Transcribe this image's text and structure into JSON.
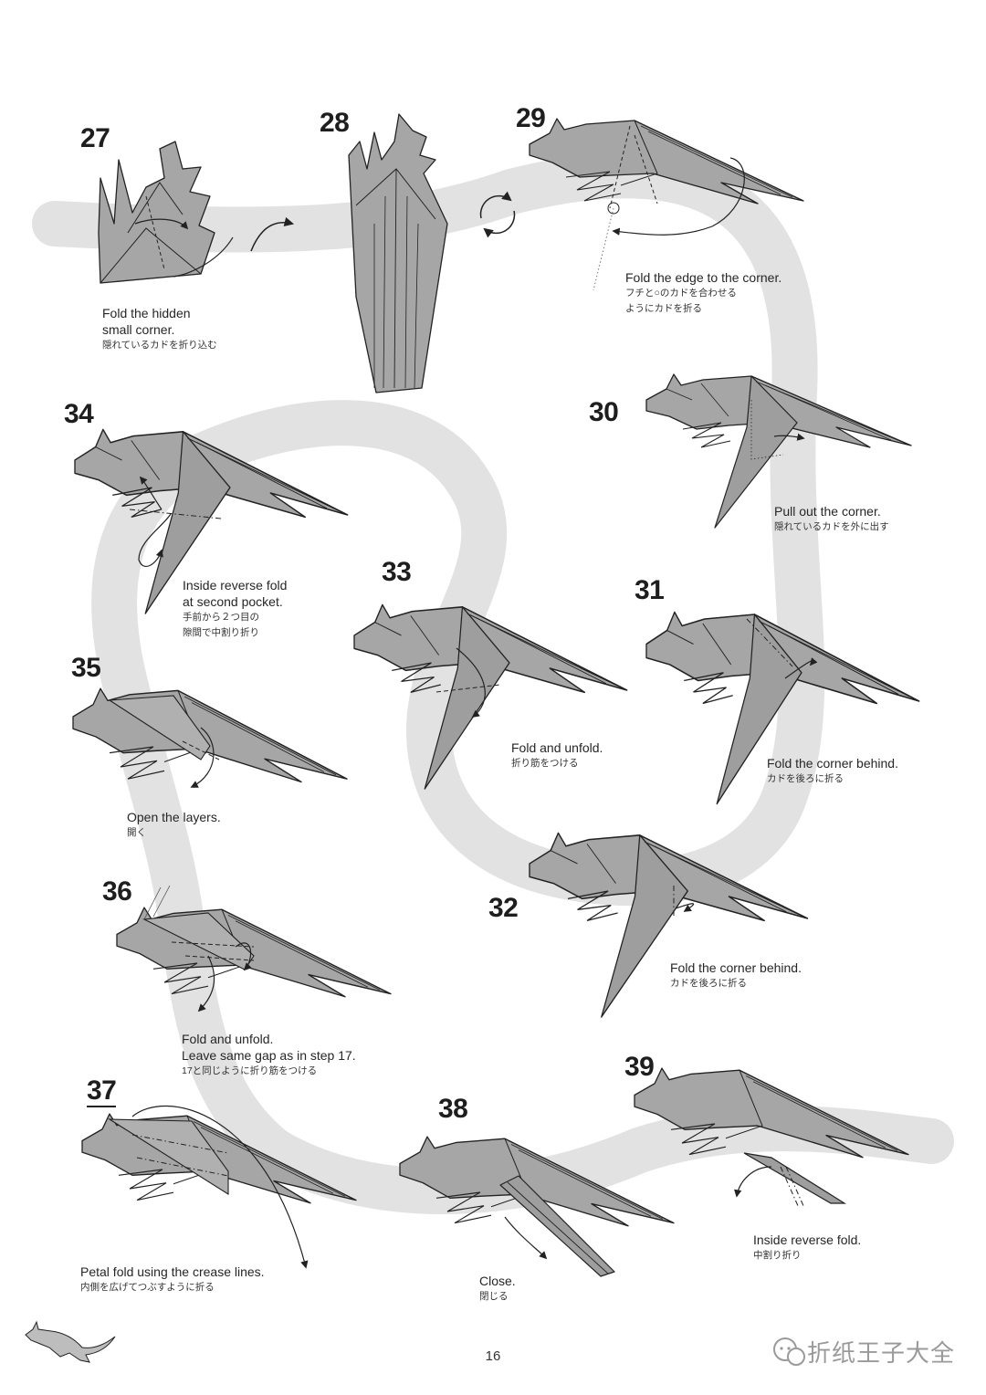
{
  "page": {
    "number": "16",
    "watermark": "折纸王子大全"
  },
  "steps": [
    {
      "id": "27",
      "caption_en": [
        "Fold the hidden",
        "small corner."
      ],
      "caption_ja": [
        "隠れているカドを折り込む"
      ]
    },
    {
      "id": "28",
      "caption_en": [],
      "caption_ja": []
    },
    {
      "id": "29",
      "caption_en": [
        "Fold the edge to the corner."
      ],
      "caption_ja": [
        "フチと○のカドを合わせる",
        "ようにカドを折る"
      ]
    },
    {
      "id": "30",
      "caption_en": [
        "Pull out the corner."
      ],
      "caption_ja": [
        "隠れているカドを外に出す"
      ]
    },
    {
      "id": "31",
      "caption_en": [
        "Fold the corner behind."
      ],
      "caption_ja": [
        "カドを後ろに折る"
      ]
    },
    {
      "id": "32",
      "caption_en": [
        "Fold the corner behind."
      ],
      "caption_ja": [
        "カドを後ろに折る"
      ]
    },
    {
      "id": "33",
      "caption_en": [
        "Fold and unfold."
      ],
      "caption_ja": [
        "折り筋をつける"
      ]
    },
    {
      "id": "34",
      "caption_en": [
        "Inside reverse fold",
        "at second pocket."
      ],
      "caption_ja": [
        "手前から２つ目の",
        "隙間で中割り折り"
      ]
    },
    {
      "id": "35",
      "caption_en": [
        "Open the layers."
      ],
      "caption_ja": [
        "開く"
      ]
    },
    {
      "id": "36",
      "caption_en": [
        "Fold and unfold.",
        "Leave same gap as in step 17."
      ],
      "caption_ja": [
        "17と同じように折り筋をつける"
      ]
    },
    {
      "id": "37",
      "caption_en": [
        "Petal fold using the crease lines."
      ],
      "caption_ja": [
        "内側を広げてつぶすように折る"
      ]
    },
    {
      "id": "38",
      "caption_en": [
        "Close."
      ],
      "caption_ja": [
        "閉じる"
      ]
    },
    {
      "id": "39",
      "caption_en": [
        "Inside reverse fold."
      ],
      "caption_ja": [
        "中割り折り"
      ]
    }
  ]
}
